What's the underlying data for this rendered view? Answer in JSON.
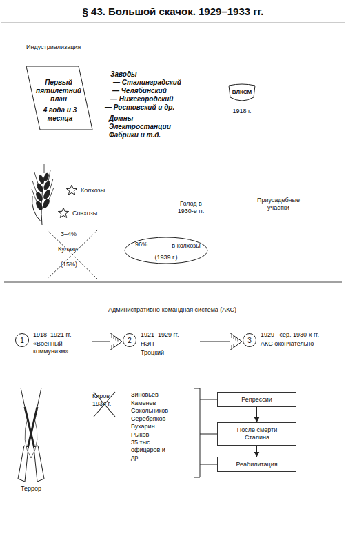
{
  "diagram": {
    "title": "§ 43. Большой скачок. 1929–1933 гг.",
    "nodes": [
      {
        "text": [
          "Первый пятилетний план",
          "4 года и 3 месяца"
        ]
      },
      {
        "text": [
          "ВЛКСМ"
        ]
      },
      {
        "text": [
          "96%",
          "в колхозы",
          "(1939 г.)"
        ]
      },
      {
        "text": [
          "1",
          "1918–1921 гг.",
          "«Военный коммунизм»"
        ]
      },
      {
        "text": [
          "2",
          "1921–1929 гг.",
          "НЭП",
          "Троцкий"
        ]
      },
      {
        "text": [
          "3",
          "1929– сер. 1930-х гг.",
          "АКС окончательно"
        ]
      },
      {
        "text": [
          "Репрессии"
        ]
      },
      {
        "text": [
          "После смерти Сталина"
        ]
      },
      {
        "text": [
          "Реабилитация"
        ]
      }
    ],
    "edges": [
      {
        "from": 3,
        "to": 4,
        "arrow": "to"
      },
      {
        "from": 4,
        "to": 5,
        "arrow": "to"
      },
      {
        "from": 6,
        "to": 7,
        "arrow": "to"
      },
      {
        "from": 7,
        "to": 8,
        "arrow": "to"
      }
    ],
    "labels": [
      "Индустриализация",
      "Заводы",
      "— Сталинградский",
      "— Челябинский",
      "— Нижегородский",
      "— Ростовский и др.",
      "Домны",
      "Электростанции",
      "Фабрики и т.д.",
      "1918 г.",
      "Колхозы",
      "Совхозы",
      "Голод в 1930-е гг.",
      "Приусадебные участки",
      "3–4%",
      "Кулаки",
      "(15%)",
      "Административно-командная система (АКС)",
      "Террор",
      "Киров 1934 г.",
      "Зиновьев",
      "Каменев",
      "Сокольников",
      "Серебряков",
      "Бухарин",
      "Рыков",
      "35 тыс. офицеров и др."
    ]
  }
}
